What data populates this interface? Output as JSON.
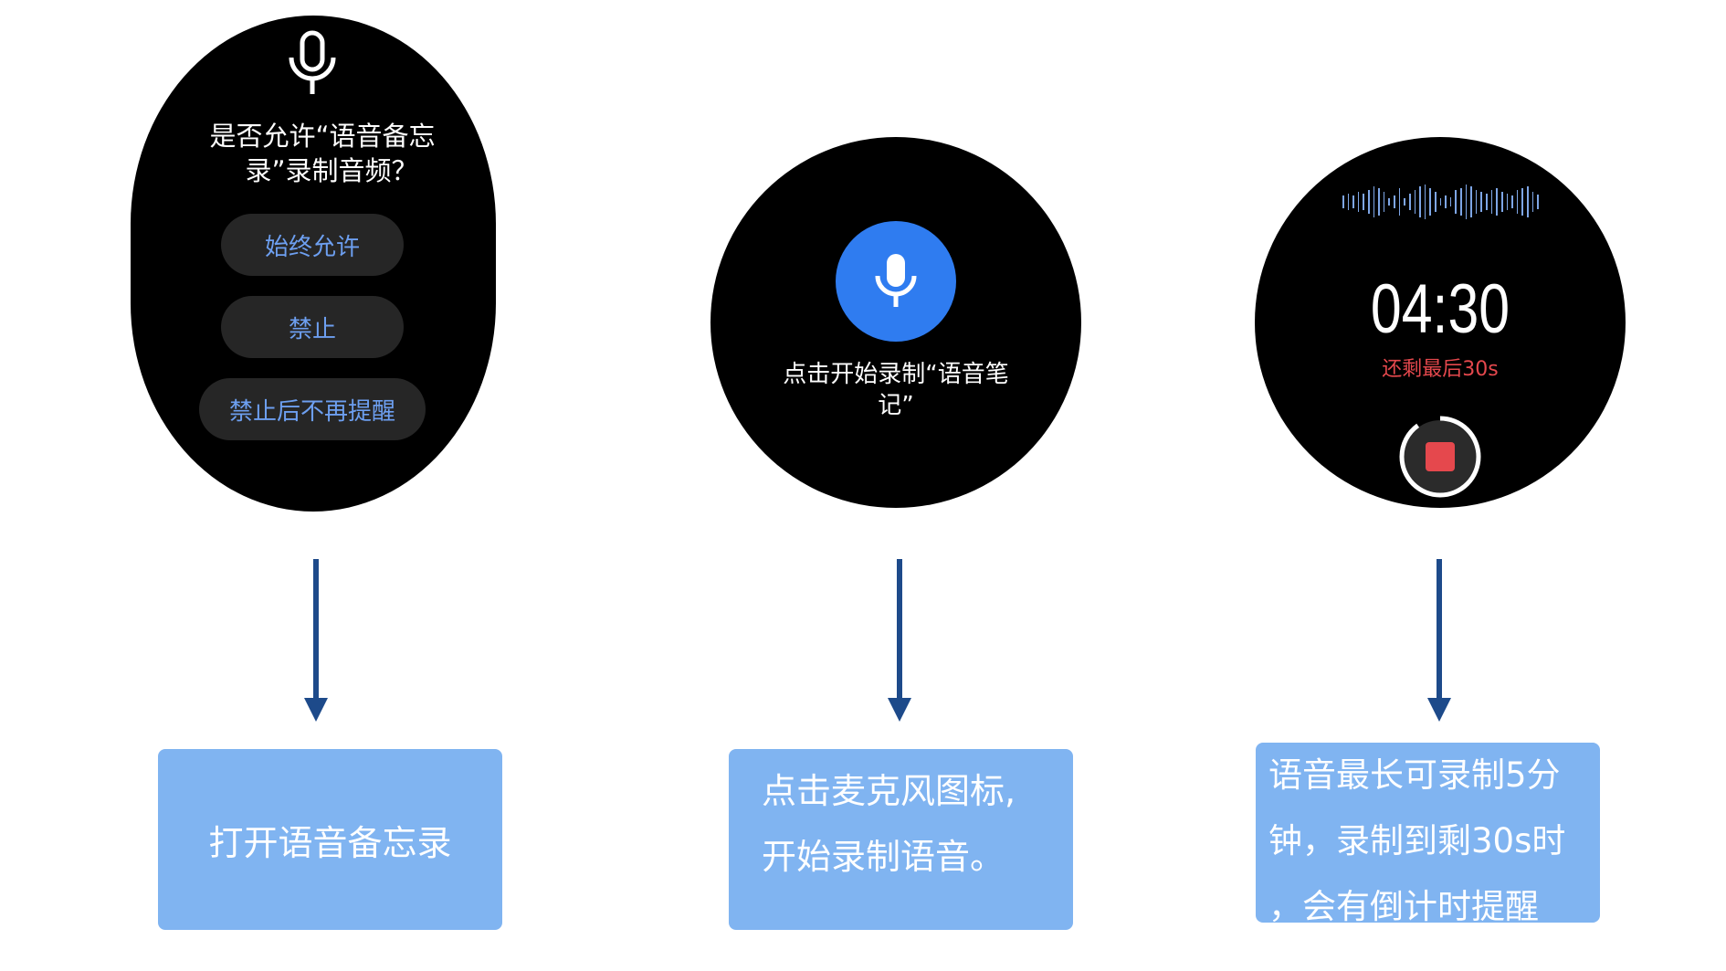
{
  "steps": [
    {
      "screen": {
        "mic_icon": "microphone-outline-icon",
        "prompt_line1": "是否允许“语音备忘",
        "prompt_line2": "录”录制音频？",
        "buttons": [
          "始终允许",
          "禁止",
          "禁止后不再提醒"
        ]
      },
      "caption": "打开语音备忘录"
    },
    {
      "screen": {
        "mic_icon": "microphone-filled-icon",
        "prompt_line1": "点击开始录制“语音笔",
        "prompt_line2": "记”"
      },
      "caption_line1": "点击麦克风图标,",
      "caption_line2": "开始录制语音。"
    },
    {
      "screen": {
        "timer": "04:30",
        "remaining": "还剩最后30s",
        "stop_icon": "stop-icon",
        "progress_percent": 90
      },
      "caption_line1": "语音最长可录制5分",
      "caption_line2": "钟，录制到剩30s时",
      "caption_line3": "，会有倒计时提醒"
    }
  ],
  "colors": {
    "accent": "#2f7cf0",
    "button_text": "#6d9ff0",
    "arrow": "#1d4a8a",
    "caption_box": "#80b4f1",
    "warning": "#e5484d",
    "wave": "#7ea6e6"
  }
}
